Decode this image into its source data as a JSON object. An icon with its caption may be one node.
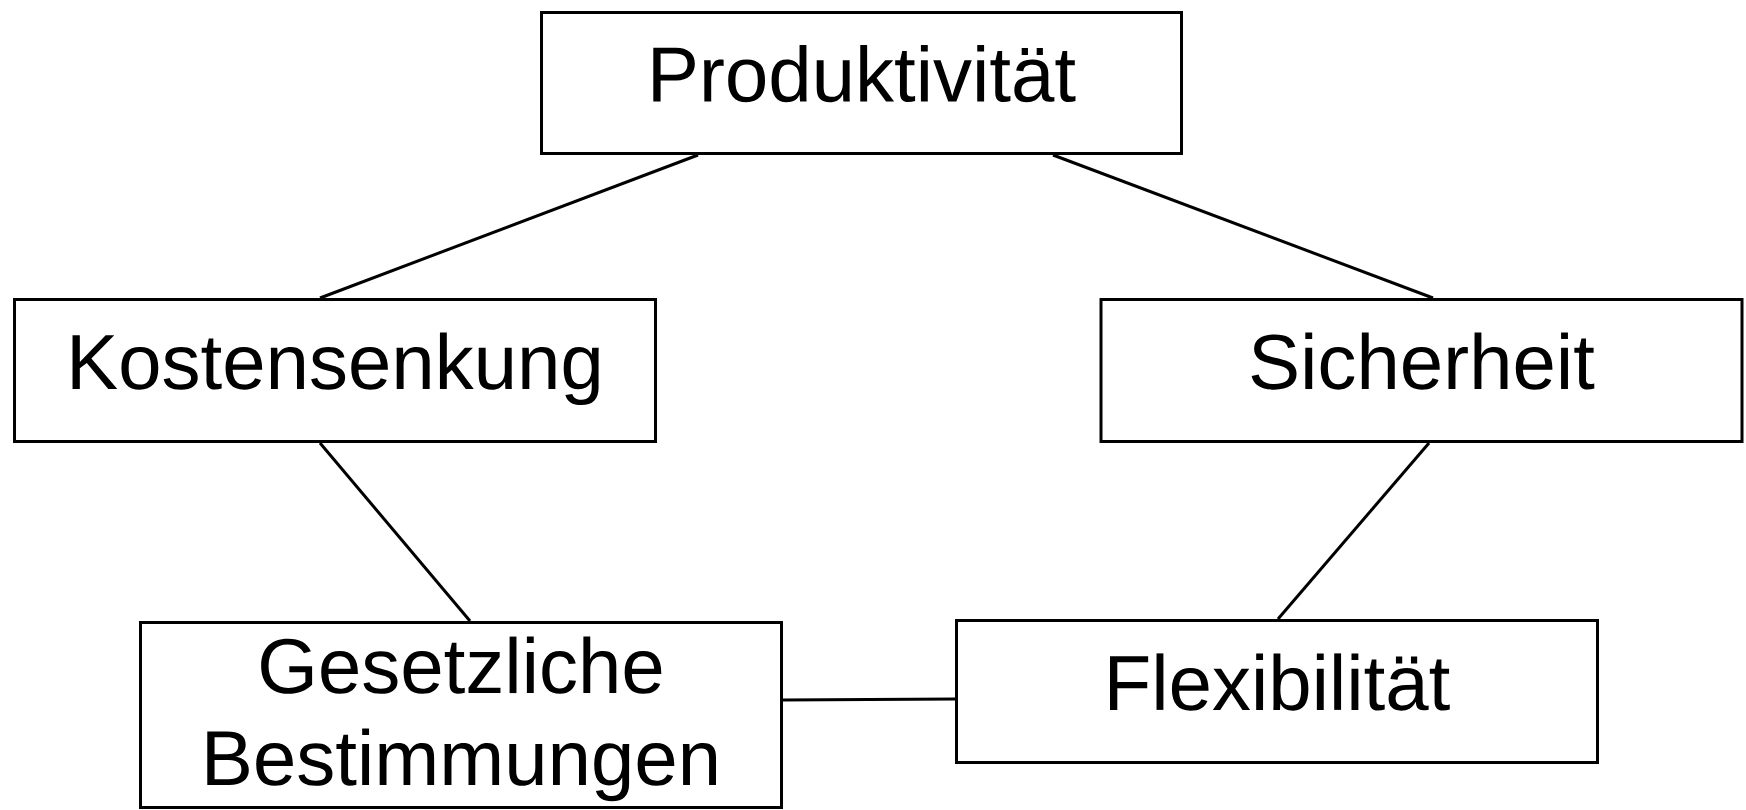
{
  "diagram": {
    "nodes": [
      {
        "text": [
          "Produktivität"
        ]
      },
      {
        "text": [
          "Kostensenkung"
        ]
      },
      {
        "text": [
          "Sicherheit"
        ]
      },
      {
        "text": [
          "Gesetzliche Bestimmungen"
        ]
      },
      {
        "text": [
          "Flexibilität"
        ]
      }
    ],
    "edges": [
      {
        "from": 0,
        "to": 1,
        "arrow": "none"
      },
      {
        "from": 0,
        "to": 2,
        "arrow": "none"
      },
      {
        "from": 1,
        "to": 3,
        "arrow": "none"
      },
      {
        "from": 2,
        "to": 4,
        "arrow": "none"
      },
      {
        "from": 3,
        "to": 4,
        "arrow": "none"
      }
    ]
  }
}
